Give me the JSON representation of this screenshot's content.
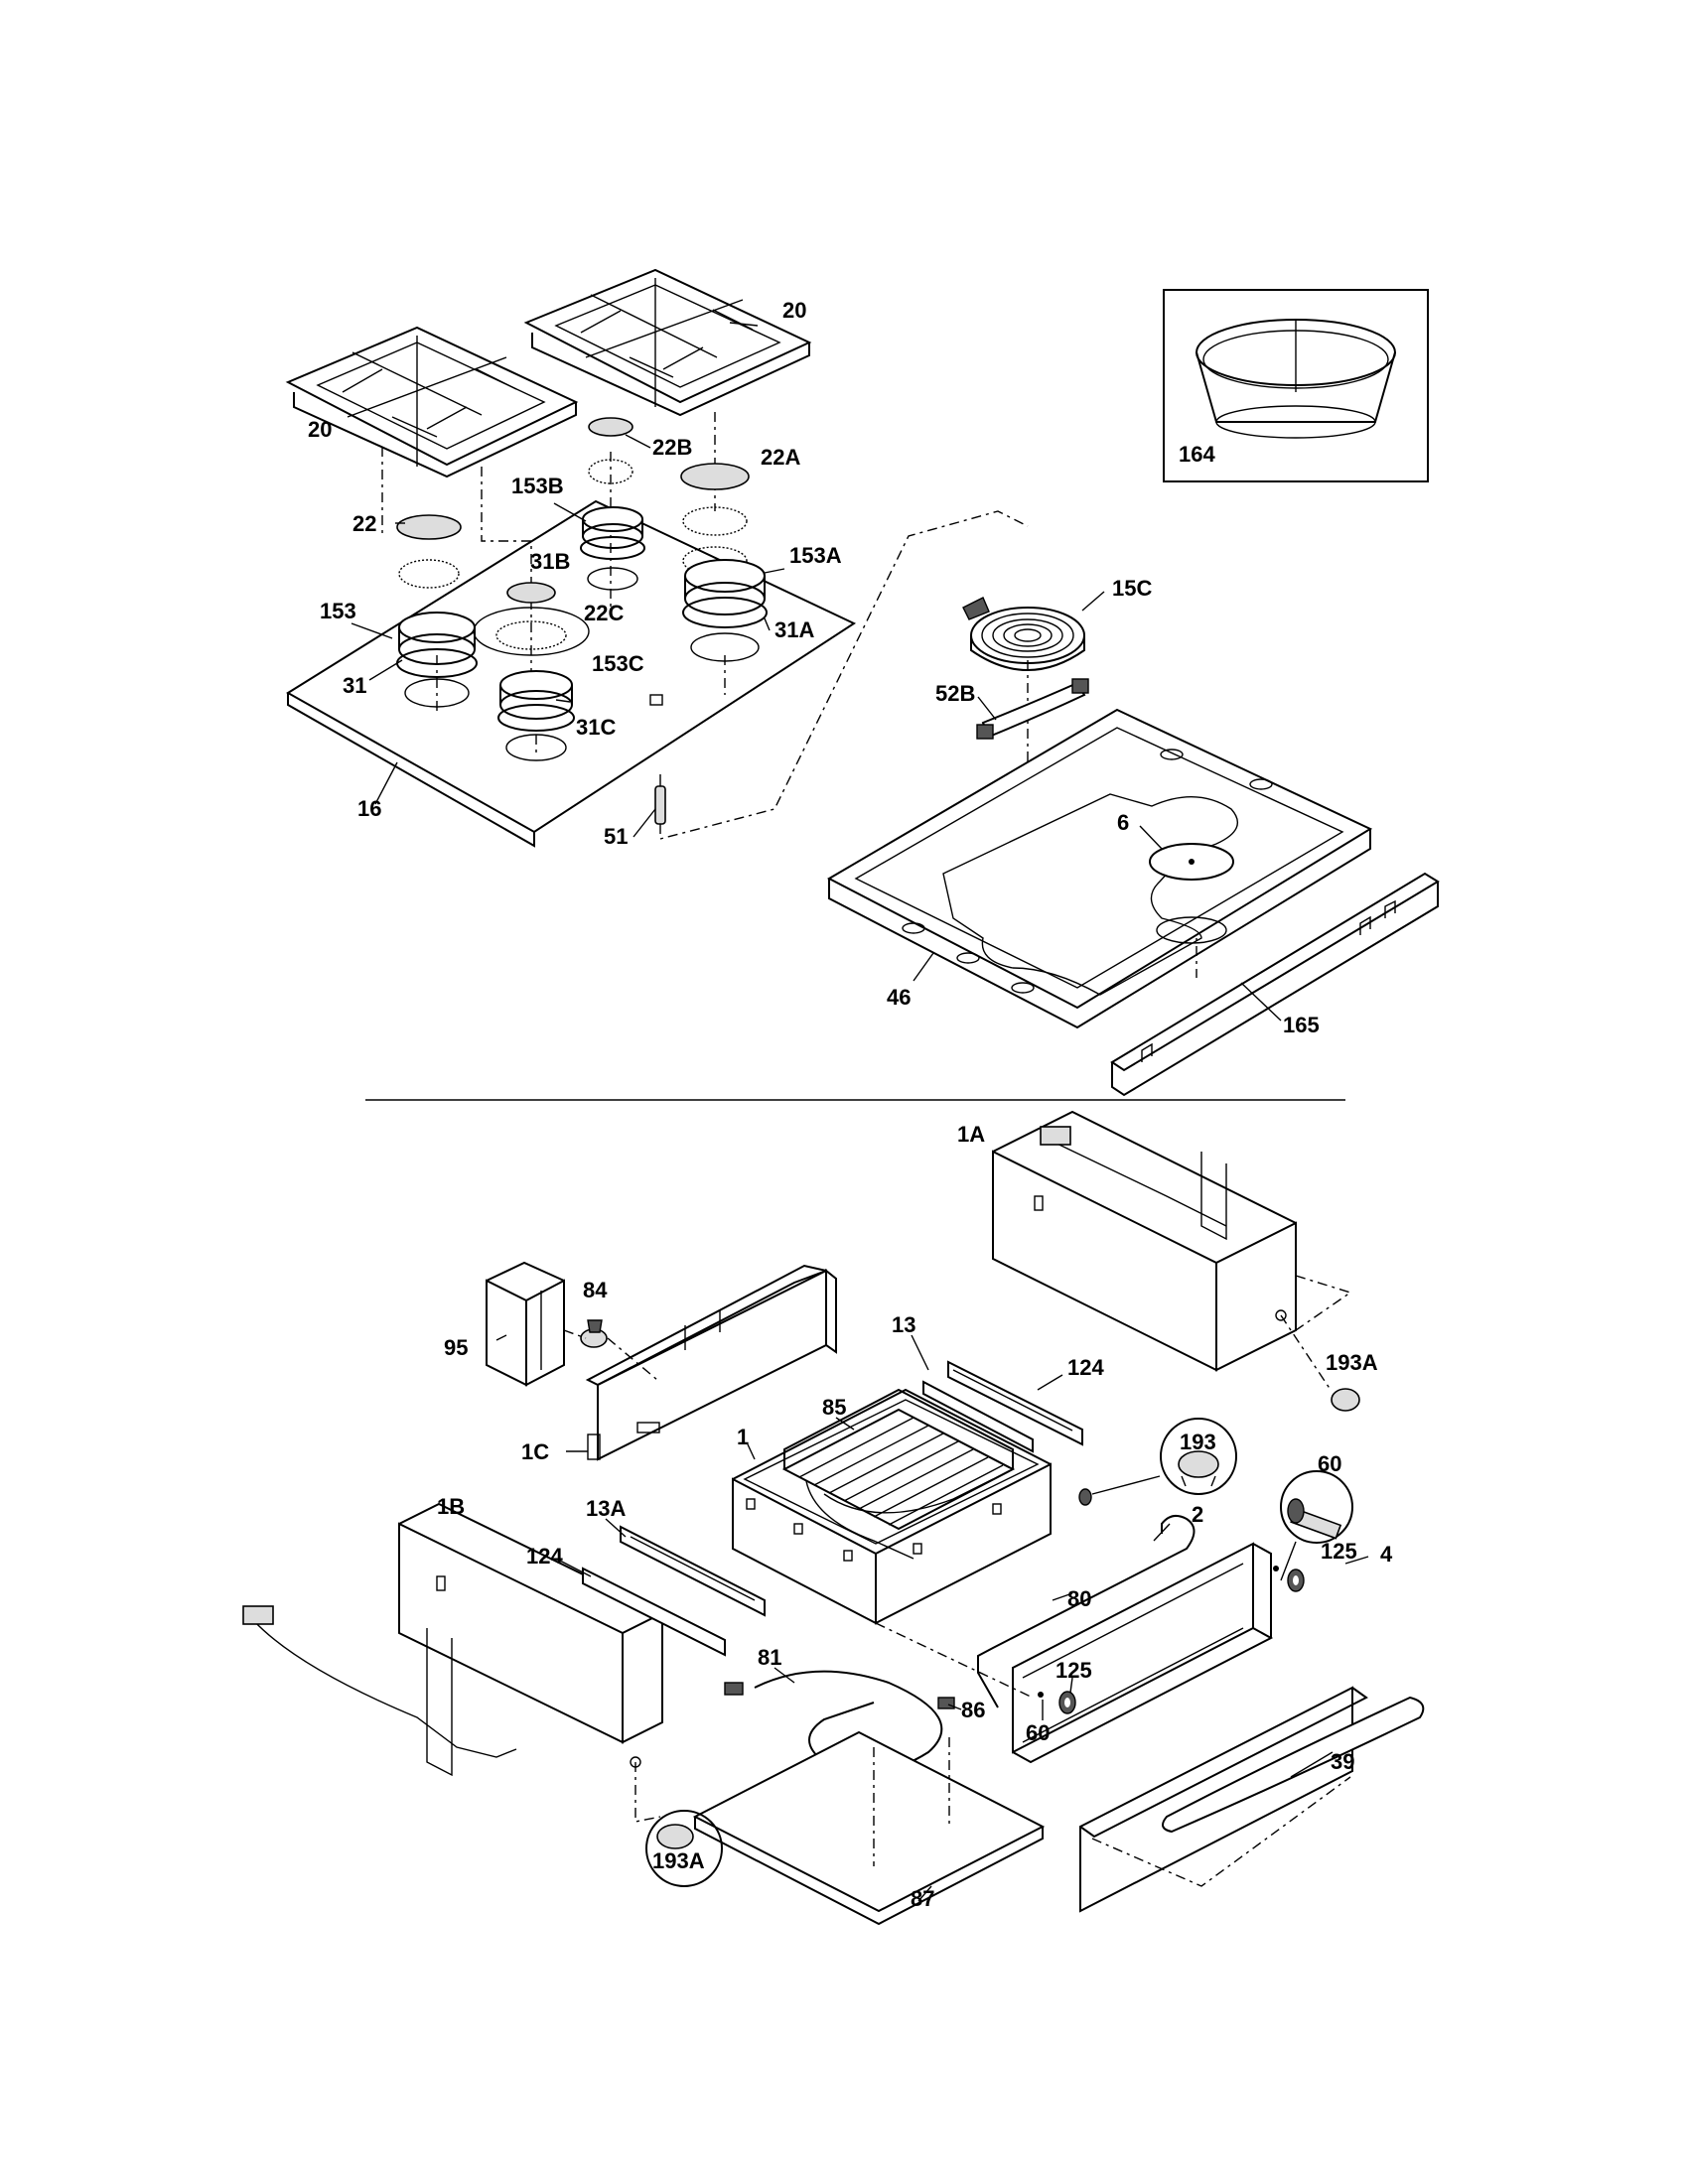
{
  "diagram": {
    "labels": {
      "l20a": "20",
      "l20b": "20",
      "l22": "22",
      "l22a": "22A",
      "l22b": "22B",
      "l22c": "22C",
      "l153": "153",
      "l153a": "153A",
      "l153b": "153B",
      "l153c": "153C",
      "l31": "31",
      "l31a": "31A",
      "l31b": "31B",
      "l31c": "31C",
      "l16": "16",
      "l51": "51",
      "l15c": "15C",
      "l52b": "52B",
      "l6": "6",
      "l46": "46",
      "l165": "165",
      "l164": "164",
      "l1a": "1A",
      "l1b": "1B",
      "l1c": "1C",
      "l1": "1",
      "l2": "2",
      "l4": "4",
      "l13": "13",
      "l13a": "13A",
      "l124a": "124",
      "l124b": "124",
      "l84": "84",
      "l85": "85",
      "l95": "95",
      "l193": "193",
      "l193a1": "193A",
      "l193a2": "193A",
      "l60a": "60",
      "l60b": "60",
      "l125a": "125",
      "l125b": "125",
      "l80": "80",
      "l81": "81",
      "l86": "86",
      "l87": "87",
      "l39": "39"
    }
  }
}
